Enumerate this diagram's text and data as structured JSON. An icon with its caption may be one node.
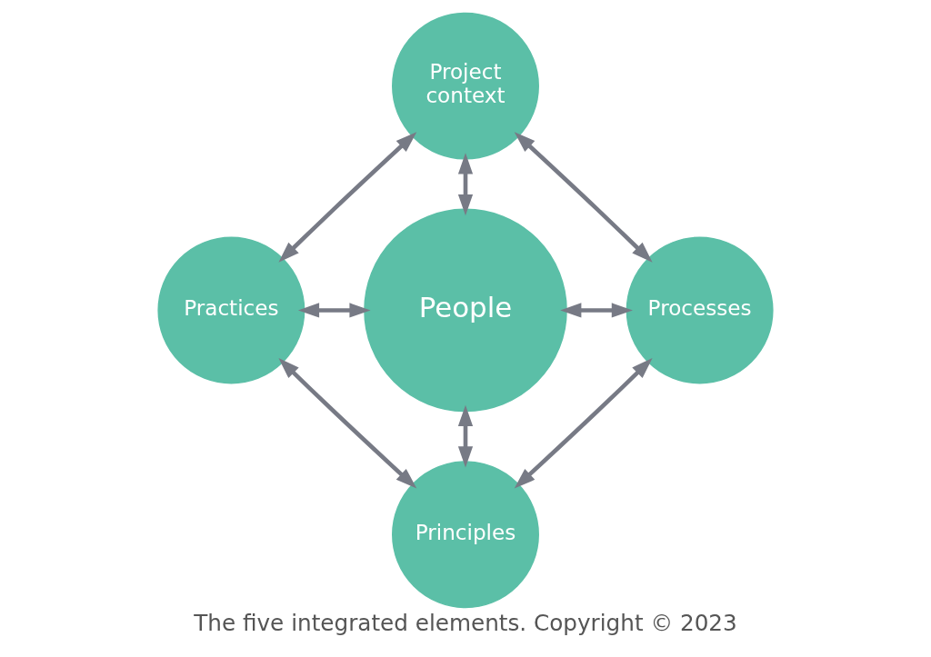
{
  "diagram": {
    "caption": "The five integrated elements. Copyright © 2023",
    "nodes": [
      {
        "text": [
          "Project context"
        ]
      },
      {
        "text": [
          "Practices"
        ]
      },
      {
        "text": [
          "People"
        ]
      },
      {
        "text": [
          "Processes"
        ]
      },
      {
        "text": [
          "Principles"
        ]
      }
    ],
    "edges": [
      {
        "from": 0,
        "to": 1,
        "arrow": "both"
      },
      {
        "from": 0,
        "to": 3,
        "arrow": "both"
      },
      {
        "from": 0,
        "to": 2,
        "arrow": "both"
      },
      {
        "from": 1,
        "to": 2,
        "arrow": "both"
      },
      {
        "from": 2,
        "to": 3,
        "arrow": "both"
      },
      {
        "from": 2,
        "to": 4,
        "arrow": "both"
      },
      {
        "from": 1,
        "to": 4,
        "arrow": "both"
      },
      {
        "from": 3,
        "to": 4,
        "arrow": "both"
      }
    ]
  }
}
